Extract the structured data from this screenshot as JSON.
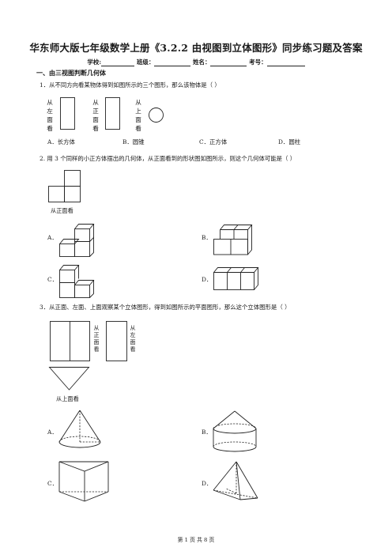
{
  "title": "华东师大版七年级数学上册《3.2.2 由视图到立体图形》同步练习题及答案",
  "info": {
    "school": "学校:",
    "class": "班级：",
    "name": "姓名：",
    "number": "考号："
  },
  "section1": "一、由三视图判断几何体",
  "q1": {
    "text": "1．从不同方向看某物体得到如图所示的三个图形，那么该物体是（        ）",
    "view_left": "从左面看",
    "view_front": "从正面看",
    "view_top": "从上面看",
    "options": [
      "A．长方体",
      "B．圆锥",
      "C．正方体",
      "D．圆柱"
    ]
  },
  "q2": {
    "text": "2. 用 3 个同样的小正方体摆出的几何体，从正面看到的形状图如图所示，则这个几何体可能是（        ）",
    "caption": "从正面看",
    "options": [
      "A．",
      "B．",
      "C．",
      "D．"
    ]
  },
  "q3": {
    "text": "3．从正面、左面、上面观察某个立体图形，得到如图所示的平面图形，那么这个立体图形是（        ）",
    "view_front": "从正面看",
    "view_left": "从左面看",
    "caption_top": "从上面看",
    "options": [
      "A．",
      "B．",
      "C．",
      "D．"
    ]
  },
  "footer": "第  1  页  共  8  页"
}
